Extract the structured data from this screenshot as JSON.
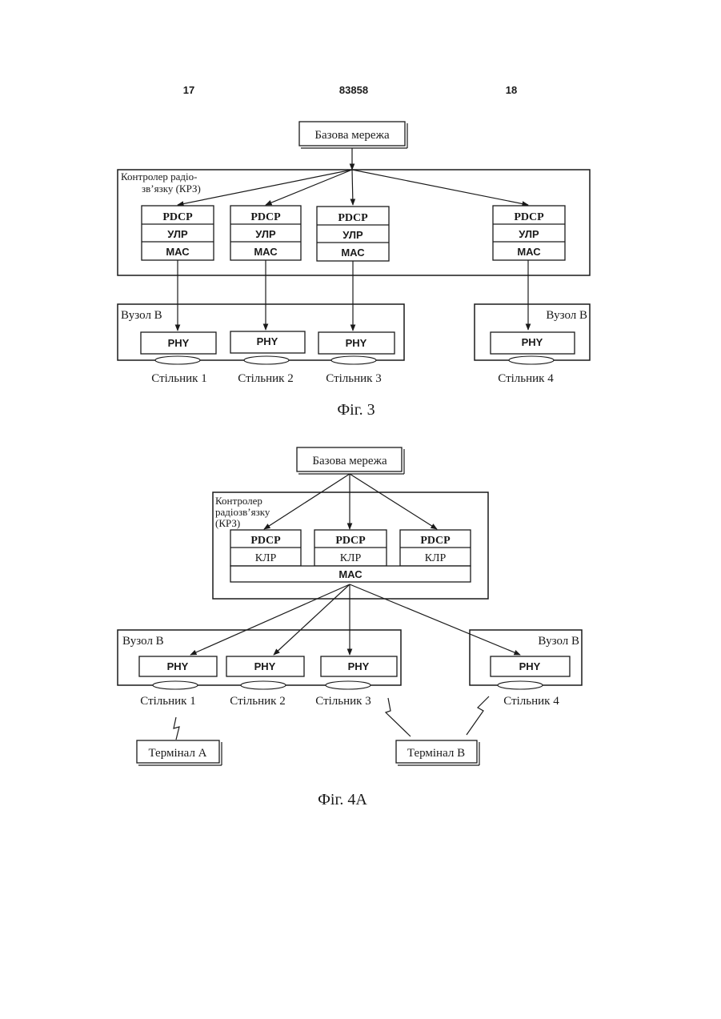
{
  "header": {
    "page_left": "17",
    "patent_number": "83858",
    "page_right": "18"
  },
  "fig3": {
    "core_network": "Базова мережа",
    "rnc_label_line1": "Контролер радіо-",
    "rnc_label_line2": "зв’язку (КРЗ)",
    "stacks": [
      {
        "pdcp": "PDCP",
        "rlc": "УЛР",
        "mac": "МАС"
      },
      {
        "pdcp": "PDCP",
        "rlc": "УЛР",
        "mac": "МАС"
      },
      {
        "pdcp": "PDCP",
        "rlc": "УЛР",
        "mac": "МАС"
      },
      {
        "pdcp": "PDCP",
        "rlc": "УЛР",
        "mac": "МАС"
      }
    ],
    "node_b_left": "Вузол В",
    "node_b_right": "Вузол В",
    "phy": [
      "PHY",
      "PHY",
      "PHY",
      "PHY"
    ],
    "cells": [
      "Стільник 1",
      "Стільник 2",
      "Стільник 3",
      "Стільник 4"
    ],
    "caption": "Фіг. 3"
  },
  "fig4a": {
    "core_network": "Базова мережа",
    "rnc_label_line1": "Контролер",
    "rnc_label_line2": "радіозв’язку",
    "rnc_label_line3": "(КРЗ)",
    "stacks": [
      {
        "pdcp": "PDCP",
        "rlc": "КЛР"
      },
      {
        "pdcp": "PDCP",
        "rlc": "КЛР"
      },
      {
        "pdcp": "PDCP",
        "rlc": "КЛР"
      }
    ],
    "mac": "МАС",
    "node_b_left": "Вузол В",
    "node_b_right": "Вузол В",
    "phy": [
      "PHY",
      "PHY",
      "PHY",
      "PHY"
    ],
    "cells": [
      "Стільник 1",
      "Стільник 2",
      "Стільник 3",
      "Стільник 4"
    ],
    "terminal_a": "Термінал А",
    "terminal_b": "Термінал В",
    "caption": "Фіг. 4А"
  }
}
